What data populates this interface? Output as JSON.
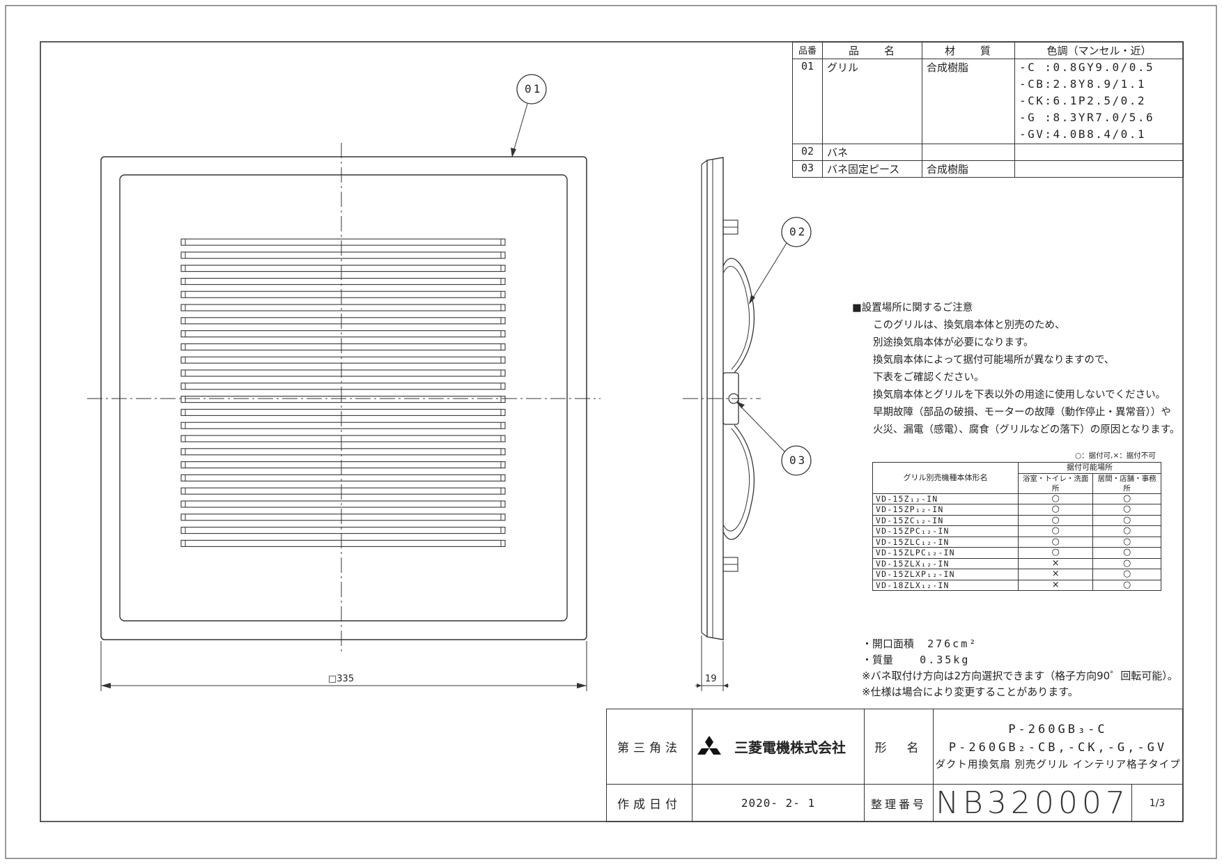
{
  "parts_table": {
    "headers": {
      "no": "品番",
      "name": "品　　名",
      "material": "材　　質",
      "color": "色調（マンセル・近）"
    },
    "rows": [
      {
        "no": "01",
        "name": "グリル",
        "material": "合成樹脂",
        "colors": [
          "-C :0.8GY9.0/0.5",
          "-CB:2.8Y8.9/1.1",
          "-CK:6.1P2.5/0.2",
          "-G :8.3YR7.0/5.6",
          "-GV:4.0B8.4/0.1"
        ]
      },
      {
        "no": "02",
        "name": "バネ",
        "material": "",
        "colors": [
          ""
        ]
      },
      {
        "no": "03",
        "name": "バネ固定ピース",
        "material": "合成樹脂",
        "colors": [
          ""
        ]
      }
    ]
  },
  "callouts": {
    "c01": "01",
    "c02": "02",
    "c03": "03"
  },
  "dimensions": {
    "width": "□335",
    "depth": "19"
  },
  "notes": {
    "heading": "■設置場所に関するご注意",
    "lines": [
      "このグリルは、換気扇本体と別売のため、",
      "別途換気扇本体が必要になります。",
      "換気扇本体によって据付可能場所が異なりますので、",
      "下表をご確認ください。",
      "換気扇本体とグリルを下表以外の用途に使用しないでください。",
      "早期故障（部品の破損、モーターの故障（動作停止・異常音））や",
      "火災、漏電（感電）、腐食（グリルなどの落下）の原因となります。"
    ]
  },
  "install_table": {
    "legend": "○：据付可,×：据付不可",
    "col_model": "グリル別売機種本体形名",
    "col_group": "据付可能場所",
    "col_a": "浴室・トイレ・洗面所",
    "col_b": "居間・店舗・事務所",
    "rows": [
      {
        "model": "VD-15Z₁₂-IN",
        "a": "○",
        "b": "○"
      },
      {
        "model": "VD-15ZP₁₂-IN",
        "a": "○",
        "b": "○"
      },
      {
        "model": "VD-15ZC₁₂-IN",
        "a": "○",
        "b": "○"
      },
      {
        "model": "VD-15ZPC₁₂-IN",
        "a": "○",
        "b": "○"
      },
      {
        "model": "VD-15ZLC₁₂-IN",
        "a": "○",
        "b": "○"
      },
      {
        "model": "VD-15ZLPC₁₂-IN",
        "a": "○",
        "b": "○"
      },
      {
        "model": "VD-15ZLX₁₂-IN",
        "a": "×",
        "b": "○"
      },
      {
        "model": "VD-15ZLXP₁₂-IN",
        "a": "×",
        "b": "○"
      },
      {
        "model": "VD-18ZLX₁₂-IN",
        "a": "×",
        "b": "○"
      }
    ]
  },
  "specs": {
    "opening_label": "・開口面積",
    "opening_value": "276cm²",
    "mass_label": "・質量",
    "mass_value": "0.35kg",
    "note1": "※バネ取付け方向は2方向選択できます（格子方向90゜回転可能）。",
    "note2": "※仕様は場合により変更することがあります。"
  },
  "title_block": {
    "projection": "第三角法",
    "company": "三菱電機株式会社",
    "model_label": "形　名",
    "model_line1": "P-260GB₃-C",
    "model_line2": "P-260GB₂-CB,-CK,-G,-GV",
    "description": "ダクト用換気扇 別売グリル インテリア格子タイプ",
    "date_label": "作成日付",
    "date": "2020- 2- 1",
    "number_label": "整理番号",
    "number": "NB320007",
    "sheet": "1/3"
  }
}
